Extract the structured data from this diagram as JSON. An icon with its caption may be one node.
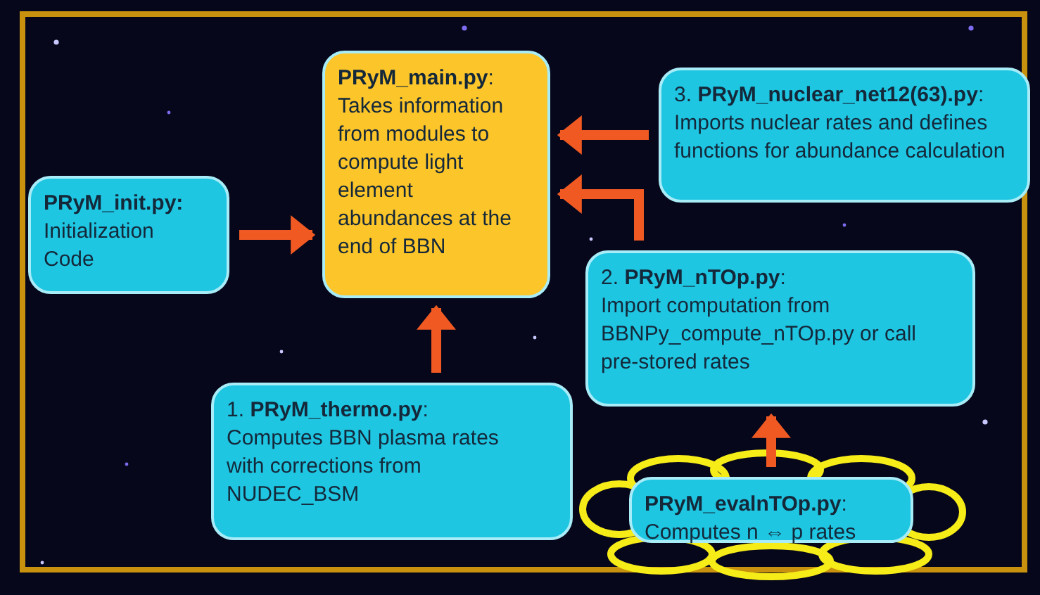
{
  "diagram": {
    "nodes": [
      {
        "text": [
          "**PRyM_main.py**:",
          "Takes information from modules to compute light element abundances at the end of BBN"
        ]
      },
      {
        "text": [
          "PRyM_init.py:",
          "Initialization Code"
        ]
      },
      {
        "text": [
          "3. **PRyM_nuclear_net12(63).py**:",
          "Imports nuclear rates and defines functions for abundance calculation"
        ]
      },
      {
        "text": [
          "2. **PRyM_nTOp.py**:",
          "Import computation from BBNPy_compute_nTOp.py or call pre-stored rates"
        ]
      },
      {
        "text": [
          "1. **PRyM_thermo.py**:",
          "Computes BBN plasma rates with corrections from NUDEC_BSM"
        ]
      },
      {
        "text": [
          "**PRyM_evalnTOp.py**:",
          "Computes n ⇔ p rates"
        ]
      }
    ],
    "edges": [
      {
        "from": 1,
        "to": 0,
        "arrow": "to"
      },
      {
        "from": 2,
        "to": 0,
        "arrow": "to"
      },
      {
        "from": 3,
        "to": 0,
        "arrow": "to"
      },
      {
        "from": 4,
        "to": 0,
        "arrow": "to"
      },
      {
        "from": 5,
        "to": 3,
        "arrow": "to"
      }
    ]
  }
}
